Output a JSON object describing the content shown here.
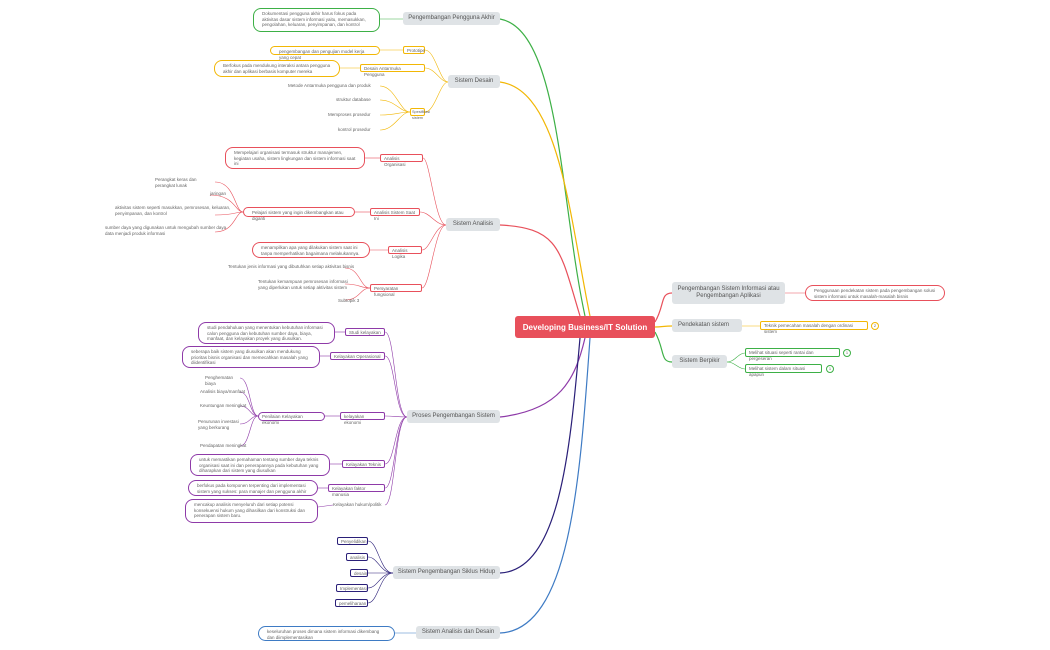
{
  "root": "Developing Business/IT Solution",
  "colors": {
    "root": "#e8505b",
    "green": "#3db046",
    "yellow": "#f2b705",
    "red": "#e8505b",
    "purple": "#8e3aa8",
    "navy": "#2a1f78",
    "blue": "#3e7bc4",
    "orange": "#f29a1b",
    "pink": "#e8505b"
  },
  "branches": {
    "ppa": {
      "label": "Pengembangan Pengguna Akhir",
      "note": "Dokumentasi pengguna akhir harus fokus pada aktivitas dasar sistem informasi yaitu, memasukkan, pengolahan, keluaran, penyimpanan, dan kontrol"
    },
    "sd": {
      "label": "Sistem Desain",
      "prototipe": "Prototipe",
      "prototipe_note": "pengembangan dan pengujian model kerja yang cepat",
      "dap": "Desain Antarmuka Pengguna",
      "dap_note": "Berfokus pada mendukung interaksi antara pengguna akhir dan aplikasi berbasis komputer mereka",
      "ss": "Spesifikasi sistem",
      "ss_items": [
        "Metode Antarmuka pengguna dan produk",
        "struktur database",
        "Memproses prosedur",
        "kontrol prosedur"
      ]
    },
    "sa": {
      "label": "Sistem Analisis",
      "ao": "Analisis Organisasi",
      "ao_note": "Mempelajari organisasi termasuk struktur manajemen, kegiatan usaha, sistem lingkungan dan sistem informasi saat ini",
      "assi": "Analisis Sistem Saat Ini",
      "assi_note": "Pelajari sistem yang ingin dikembangkan atau diganti",
      "assi_items": [
        "Perangkat keras dan perangkat lunak",
        "jaringan",
        "aktivitas sistem seperti masukkan, pemrosesan, keluaran, penyimpanan, dan kontrol",
        "sumber daya yang digunakan untuk mengubah sumber daya data menjadi produk informasi"
      ],
      "al": "Analisis Logika",
      "al_note": "menampilkan apa yang dilakukan sistem saat ini tanpa memperhatikan bagaimana melakukannya.",
      "pf": "Persyaratan fungsional",
      "pf_items": [
        "Tentukan jenis informasi yang dibutuhkan setiap aktivitas bisnis",
        "Tentukan kemampuan pemrosesan informasi yang diperlukan untuk setiap aktivitas sistem",
        "Subtopik 3"
      ]
    },
    "psia": {
      "label": "Pengembangan Sistem Informasi atau Pengembangan Aplikasi",
      "note": "Penggunaan pendekatan sistem pada pengembangan solusi sistem informasi untuk masalah-masalah bisnis"
    },
    "ps": {
      "label": "Pendekatan sistem",
      "note": "Teknik pemecahan masalah dengan ordinasi sistem",
      "badge": "2"
    },
    "sb": {
      "label": "Sistem Berpikir",
      "items": [
        "Melihat situasi seperti rantai dan pergeseran",
        "Melihat sistem dalam situasi apapun"
      ],
      "badges": [
        "1",
        "1"
      ]
    },
    "pps": {
      "label": "Proses Pengembangan Sistem",
      "sk": "Studi kelayakan",
      "sk_note": "studi pendahuluan yang menentukan kebutuhan informasi calon pengguna dan kebutuhan sumber daya, biaya, manfaat, dan kelayakan proyek yang diusulkan.",
      "ko": "Kelayakan Operasional",
      "ko_note": "seberapa baik sistem yang diusulkan akan mendukung prioritas bisnis organisasi dan memecahkan masalah yang diidentifikasi",
      "ke": "kelayakan ekonomi",
      "pke": "Penilaian Kelayakan ekonomi",
      "pke_items": [
        "Penghematan biaya",
        "Analisis biaya/manfaat",
        "Keuntungan meningkat",
        "Penurunan investasi yang berkurang",
        "Pendapatan meningkat"
      ],
      "kt": "Kelayakan Teknis",
      "kt_note": "untuk memastikan pemahaman tentang sumber daya teknis organisasi saat ini dan penerapannya pada kebutuhan yang diharapkan dari sistem yang diusulkan",
      "kfm": "Kelayakan faktor manusia",
      "kfm_note": "berfokus pada komponen terpenting dari implementasi sistem yang sukses: para manajer dan pengguna akhir",
      "kh": "Kelayakan hukum/politik",
      "kh_note": "mencakup analisis menyeluruh dari setiap potensi konsekuensi hukum yang dihasilkan dari konstruksi dan penerapan sistem baru."
    },
    "spsh": {
      "label": "Sistem Pengembangan Siklus Hidup",
      "items": [
        "Penyelidikan",
        "analisis",
        "desain",
        "Implementasi",
        "pemeliharaan"
      ]
    },
    "sad": {
      "label": "Sistem Analisis dan Desain",
      "note": "keseluruhan proses dimana sistem informasi dikembang dan diimplementasikan"
    }
  }
}
